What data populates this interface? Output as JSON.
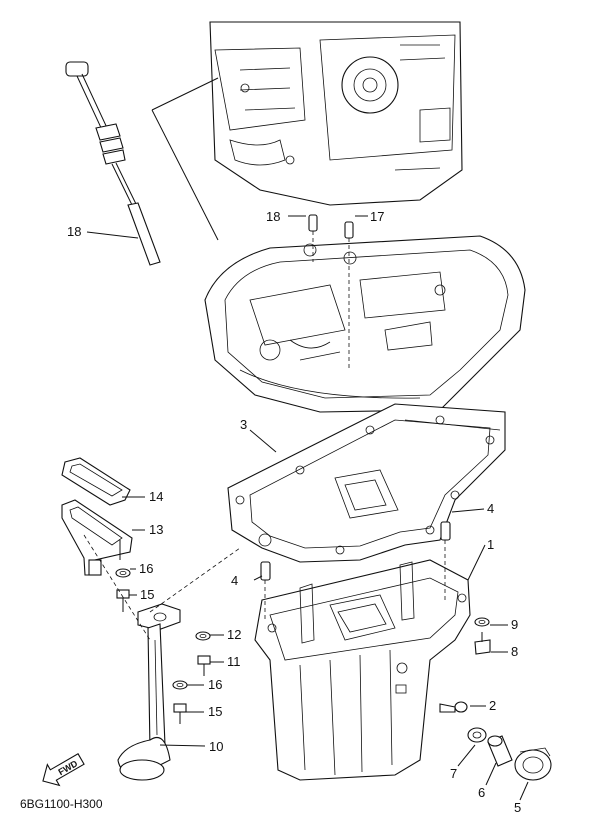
{
  "diagram_code": "6BG1100-H300",
  "fwd_label": "FWD",
  "callouts": [
    {
      "id": "c1",
      "label": "1"
    },
    {
      "id": "c2",
      "label": "2"
    },
    {
      "id": "c3",
      "label": "3"
    },
    {
      "id": "c4a",
      "label": "4"
    },
    {
      "id": "c4b",
      "label": "4"
    },
    {
      "id": "c5",
      "label": "5"
    },
    {
      "id": "c6",
      "label": "6"
    },
    {
      "id": "c7",
      "label": "7"
    },
    {
      "id": "c8",
      "label": "8"
    },
    {
      "id": "c9",
      "label": "9"
    },
    {
      "id": "c10",
      "label": "10"
    },
    {
      "id": "c11",
      "label": "11"
    },
    {
      "id": "c12",
      "label": "12"
    },
    {
      "id": "c13",
      "label": "13"
    },
    {
      "id": "c14",
      "label": "14"
    },
    {
      "id": "c15a",
      "label": "15"
    },
    {
      "id": "c15b",
      "label": "15"
    },
    {
      "id": "c16a",
      "label": "16"
    },
    {
      "id": "c16b",
      "label": "16"
    },
    {
      "id": "c17",
      "label": "17"
    },
    {
      "id": "c18a",
      "label": "18"
    },
    {
      "id": "c18b",
      "label": "18"
    }
  ]
}
